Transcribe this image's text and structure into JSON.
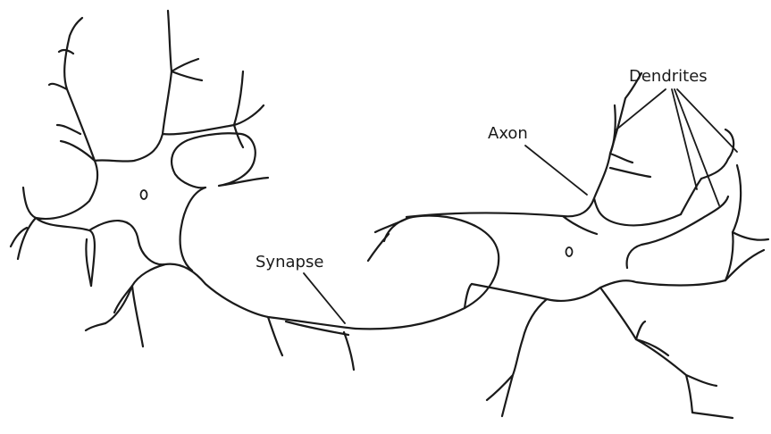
{
  "labels": {
    "dendrites": "Dendrites",
    "axon": "Axon",
    "synapse": "Synapse"
  },
  "colors": {
    "stroke": "#1a1a1a",
    "background": "#ffffff"
  }
}
